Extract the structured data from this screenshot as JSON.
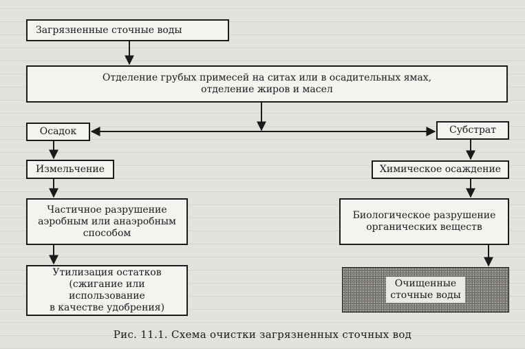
{
  "diagram": {
    "nodes": {
      "wastewater": "Загрязненные сточные воды",
      "coarse_separation": "Отделение грубых примесей на ситах или в осадительных ямах,\nотделение жиров и масел",
      "sediment": "Осадок",
      "substrate": "Субстрат",
      "grinding": "Измельчение",
      "chemical_precipitation": "Химическое осаждение",
      "partial_destruction": "Частичное разрушение\nаэробным или анаэробным\nспособом",
      "biological_destruction": "Биологическое разрушение\nорганических веществ",
      "residue_utilization": "Утилизация остатков\n(сжигание или использование\nв качестве удобрения)",
      "purified_water": "Очищенные\nсточные воды"
    },
    "caption": "Рис. 11.1. Схема очистки загрязненных сточных вод"
  }
}
